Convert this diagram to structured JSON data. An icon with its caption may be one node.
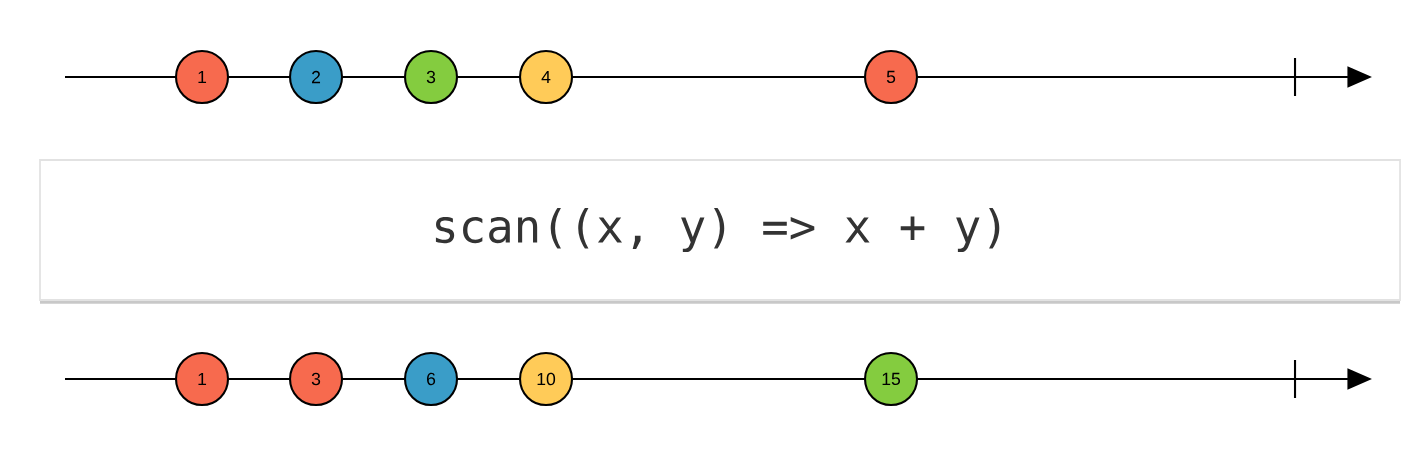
{
  "diagram": {
    "nodes": [
      {
        "text": [
          "1"
        ]
      },
      {
        "text": [
          "2"
        ]
      },
      {
        "text": [
          "3"
        ]
      },
      {
        "text": [
          "4"
        ]
      },
      {
        "text": [
          "5"
        ]
      },
      {
        "text": [
          "scan((x, y) => x + y)"
        ]
      },
      {
        "text": [
          "1"
        ]
      },
      {
        "text": [
          "3"
        ]
      },
      {
        "text": [
          "6"
        ]
      },
      {
        "text": [
          "10"
        ]
      },
      {
        "text": [
          "15"
        ]
      }
    ]
  }
}
